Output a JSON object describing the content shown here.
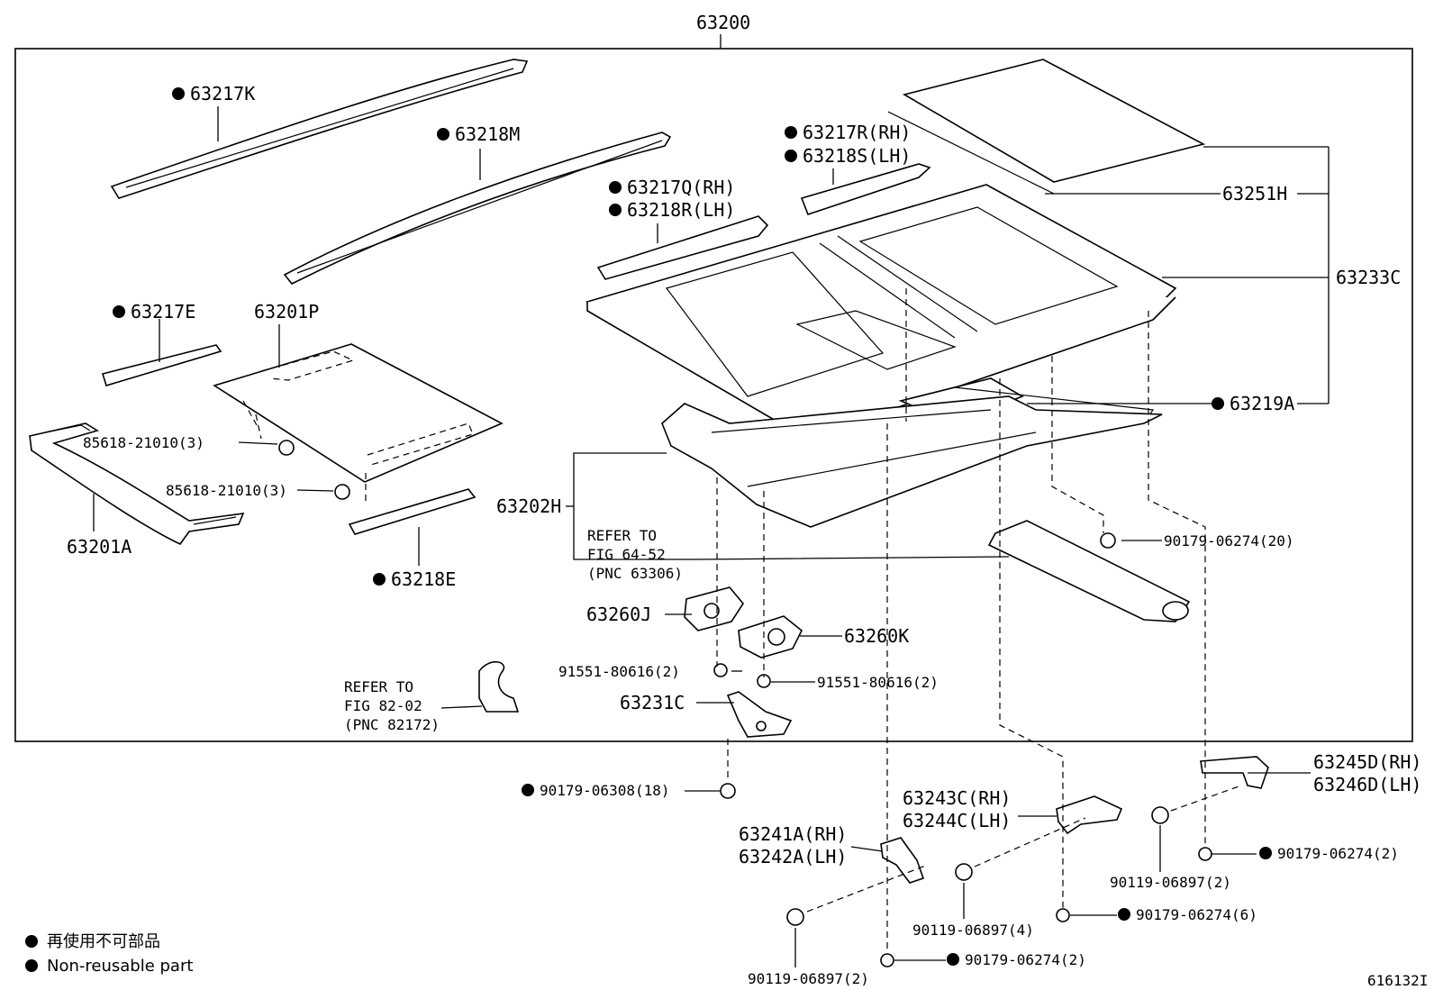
{
  "assembly_label": "63200",
  "figure_id": "616132I",
  "colors": {
    "ink": "#000000",
    "background": "#ffffff"
  },
  "parts": {
    "p63217K": "63217K",
    "p63218M": "63218M",
    "p63217E": "63217E",
    "p63201P": "63201P",
    "p63201A": "63201A",
    "p63218E": "63218E",
    "p63217R": "63217R(RH)",
    "p63218S": "63218S(LH)",
    "p63217Q": "63217Q(RH)",
    "p63218R": "63218R(LH)",
    "p63251H": "63251H",
    "p63233C": "63233C",
    "p63219A": "63219A",
    "p63202H": "63202H",
    "p63260J": "63260J",
    "p63260K": "63260K",
    "p63231C": "63231C",
    "p63245D": "63245D(RH)",
    "p63246D": "63246D(LH)",
    "p63243C": "63243C(RH)",
    "p63244C": "63244C(LH)",
    "p63241A": "63241A(RH)",
    "p63242A": "63242A(LH)"
  },
  "fasteners": {
    "f85618_a": "85618-21010(3)",
    "f85618_b": "85618-21010(3)",
    "f90179_06274_20": "90179-06274(20)",
    "f91551_a": "91551-80616(2)",
    "f91551_b": "91551-80616(2)",
    "f90179_06308": "90179-06308(18)",
    "f90179_06274_2a": "90179-06274(2)",
    "f90119_06897_2a": "90119-06897(2)",
    "f90119_06897_4": "90119-06897(4)",
    "f90179_06274_6": "90179-06274(6)",
    "f90119_06897_2b": "90119-06897(2)",
    "f90179_06274_2b": "90179-06274(2)"
  },
  "references": {
    "ref_64_52": [
      "REFER TO",
      "FIG 64-52",
      "(PNC 63306)"
    ],
    "ref_82_02": [
      "REFER TO",
      "FIG 82-02",
      "(PNC 82172)"
    ]
  },
  "legend": {
    "non_reusable_jp": "再使用不可部品",
    "non_reusable_en": "Non-reusable part"
  }
}
